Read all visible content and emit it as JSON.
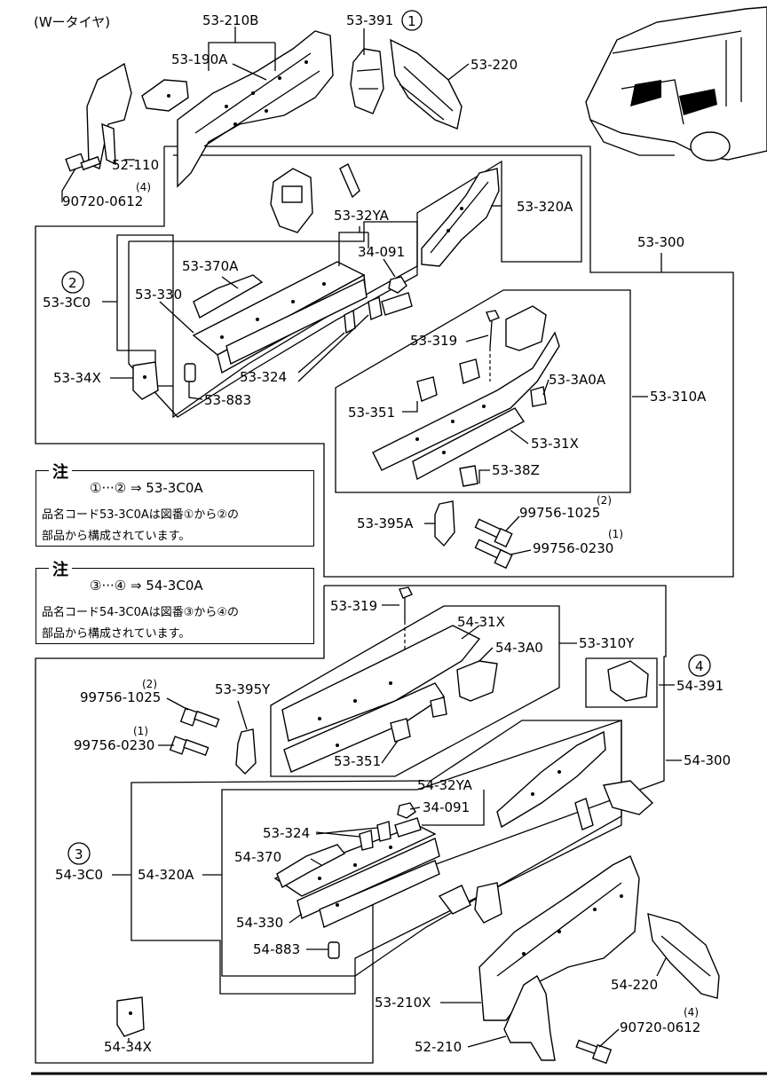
{
  "header": {
    "variant": "(Wータイヤ)"
  },
  "notes": [
    {
      "tag": "注",
      "line1": "①···②  ⇒  53-3C0A",
      "line2": "品名コード53-3C0Aは図番①から②の",
      "line3": "部品から構成されています。"
    },
    {
      "tag": "注",
      "line1": "③···④  ⇒  54-3C0A",
      "line2": "品名コード54-3C0Aは図番③から④の",
      "line3": "部品から構成されています。"
    }
  ],
  "labels": {
    "p53_210B": "53-210B",
    "p53_391": "53-391",
    "c1": "1",
    "p53_190A": "53-190A",
    "p53_220": "53-220",
    "p52_110": "52-110",
    "qty4a": "(4)",
    "p90720a": "90720-0612",
    "p53_320A": "53-320A",
    "p53_32YA": "53-32YA",
    "p34_091a": "34-091",
    "p53_300": "53-300",
    "c2": "2",
    "p53_3C0": "53-3C0",
    "p53_370A": "53-370A",
    "p53_330": "53-330",
    "p53_319a": "53-319",
    "p53_34X": "53-34X",
    "p53_324a": "53-324",
    "p53_883": "53-883",
    "p53_3A0A": "53-3A0A",
    "p53_310A": "53-310A",
    "p53_351a": "53-351",
    "p53_31X": "53-31X",
    "p53_38Z": "53-38Z",
    "qty2a": "(2)",
    "p99756_1025a": "99756-1025",
    "p53_395A": "53-395A",
    "qty1a": "(1)",
    "p99756_0230a": "99756-0230",
    "p53_319b": "53-319",
    "p54_31X": "54-31X",
    "p54_3A0": "54-3A0",
    "p53_310Y": "53-310Y",
    "c4": "4",
    "p54_391": "54-391",
    "qty2b": "(2)",
    "p99756_1025b": "99756-1025",
    "p53_395Y": "53-395Y",
    "qty1b": "(1)",
    "p99756_0230b": "99756-0230",
    "p53_351b": "53-351",
    "p54_300": "54-300",
    "p54_32YA": "54-32YA",
    "p34_091b": "34-091",
    "p53_324b": "53-324",
    "c3": "3",
    "p54_370": "54-370",
    "p54_3C0": "54-3C0",
    "p54_320A": "54-320A",
    "p54_330": "54-330",
    "p54_883": "54-883",
    "p54_220": "54-220",
    "p53_210X": "53-210X",
    "p54_34X": "54-34X",
    "qty4b": "(4)",
    "p90720b": "90720-0612",
    "p52_210": "52-210"
  }
}
